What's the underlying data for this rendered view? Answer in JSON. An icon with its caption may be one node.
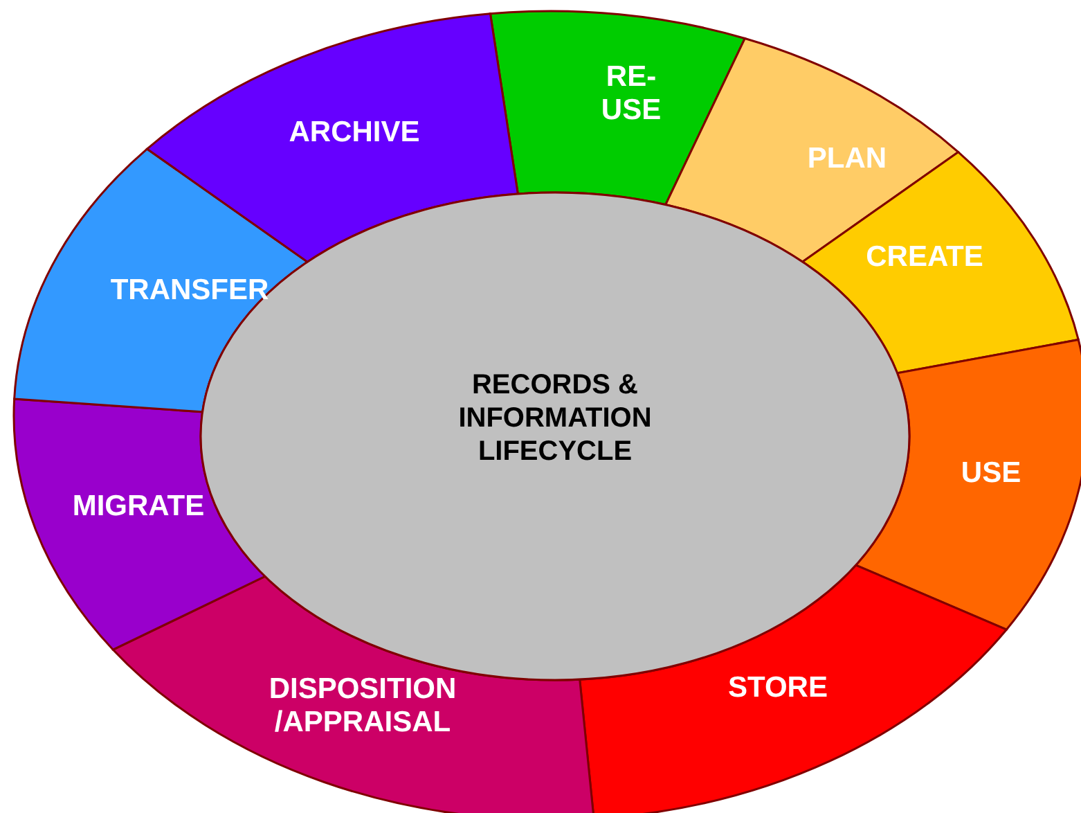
{
  "diagram": {
    "nodes": [
      {
        "text": [
          "RE- USE"
        ]
      },
      {
        "text": [
          "PLAN"
        ]
      },
      {
        "text": [
          "CREATE"
        ]
      },
      {
        "text": [
          "USE"
        ]
      },
      {
        "text": [
          "STORE"
        ]
      },
      {
        "text": [
          "DISPOSITION /APPRAISAL"
        ]
      },
      {
        "text": [
          "MIGRATE"
        ]
      },
      {
        "text": [
          "TRANSFER"
        ]
      },
      {
        "text": [
          "ARCHIVE"
        ]
      },
      {
        "text": [
          "RECORDS & INFORMATION LIFECYCLE"
        ]
      }
    ]
  }
}
